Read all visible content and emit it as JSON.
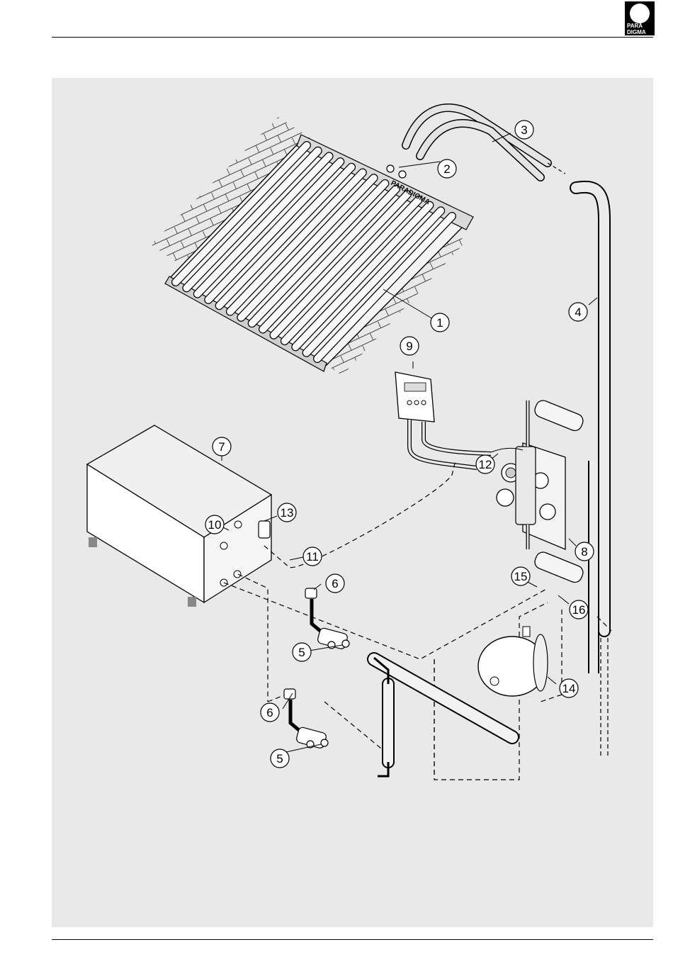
{
  "header": {
    "logo_line1": "PARA",
    "logo_line2": "DIGMA"
  },
  "diagram": {
    "collector_brand": "PARADIGMA",
    "callouts": [
      {
        "id": "c1",
        "label": "1"
      },
      {
        "id": "c2",
        "label": "2"
      },
      {
        "id": "c3",
        "label": "3"
      },
      {
        "id": "c4",
        "label": "4"
      },
      {
        "id": "c5a",
        "label": "5"
      },
      {
        "id": "c5b",
        "label": "5"
      },
      {
        "id": "c6a",
        "label": "6"
      },
      {
        "id": "c6b",
        "label": "6"
      },
      {
        "id": "c7",
        "label": "7"
      },
      {
        "id": "c8",
        "label": "8"
      },
      {
        "id": "c9",
        "label": "9"
      },
      {
        "id": "c10",
        "label": "10"
      },
      {
        "id": "c11",
        "label": "11"
      },
      {
        "id": "c12",
        "label": "12"
      },
      {
        "id": "c13",
        "label": "13"
      },
      {
        "id": "c14",
        "label": "14"
      },
      {
        "id": "c15",
        "label": "15"
      },
      {
        "id": "c16",
        "label": "16"
      }
    ]
  }
}
